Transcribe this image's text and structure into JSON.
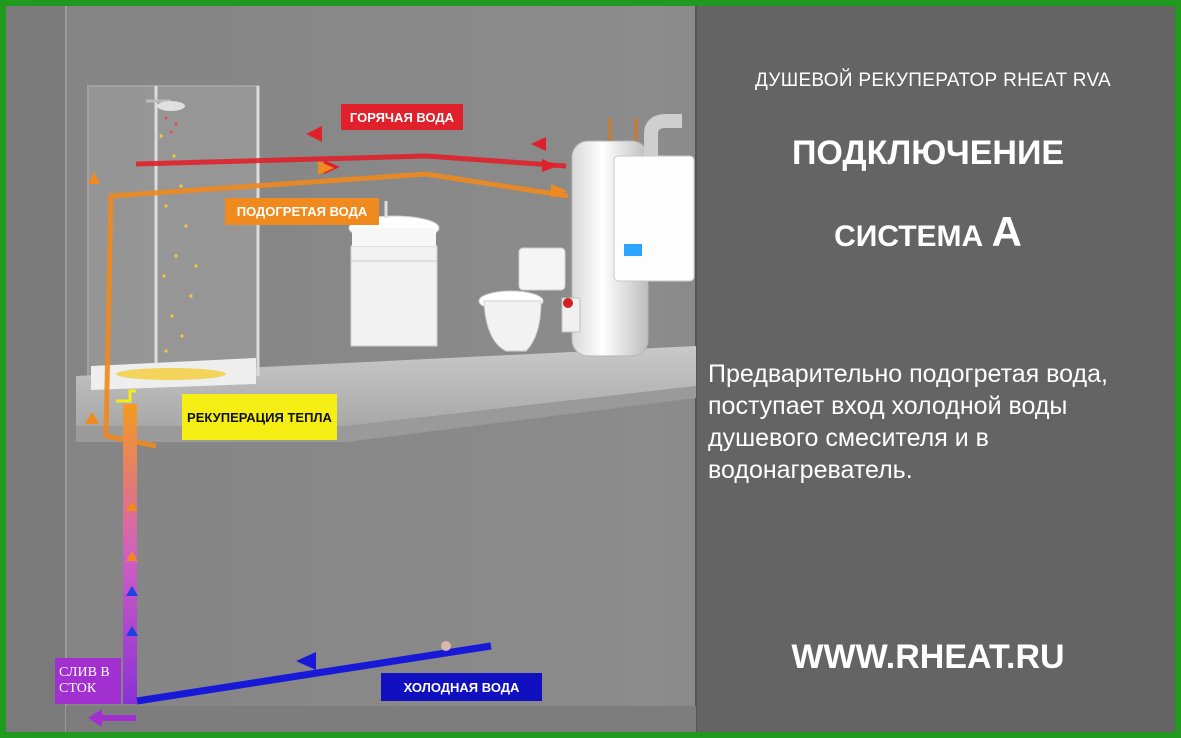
{
  "title": "ДУШЕВОЙ РЕКУПЕРАТОР  RHEAT RVA",
  "heading": "ПОДКЛЮЧЕНИЕ",
  "system_label": "СИСТЕМА",
  "system_letter": "А",
  "description": "Предварительно подогретая вода, поступает вход холодной воды душевого смесителя и в водонагреватель.",
  "website": "WWW.RHEAT.RU",
  "labels": {
    "hot_water": "ГОРЯЧАЯ ВОДА",
    "warm_water": "ПОДОГРЕТАЯ ВОДА",
    "heat_recovery": "РЕКУПЕРАЦИЯ ТЕПЛА",
    "cold_water": "ХОЛОДНАЯ ВОДА",
    "drain": "СЛИВ В СТОК"
  },
  "colors": {
    "hot": "#e0202a",
    "warm": "#f08a1e",
    "recovery": "#f5ee14",
    "cold": "#1010c0",
    "drain": "#a22fd0",
    "border": "#1f9a1f"
  }
}
